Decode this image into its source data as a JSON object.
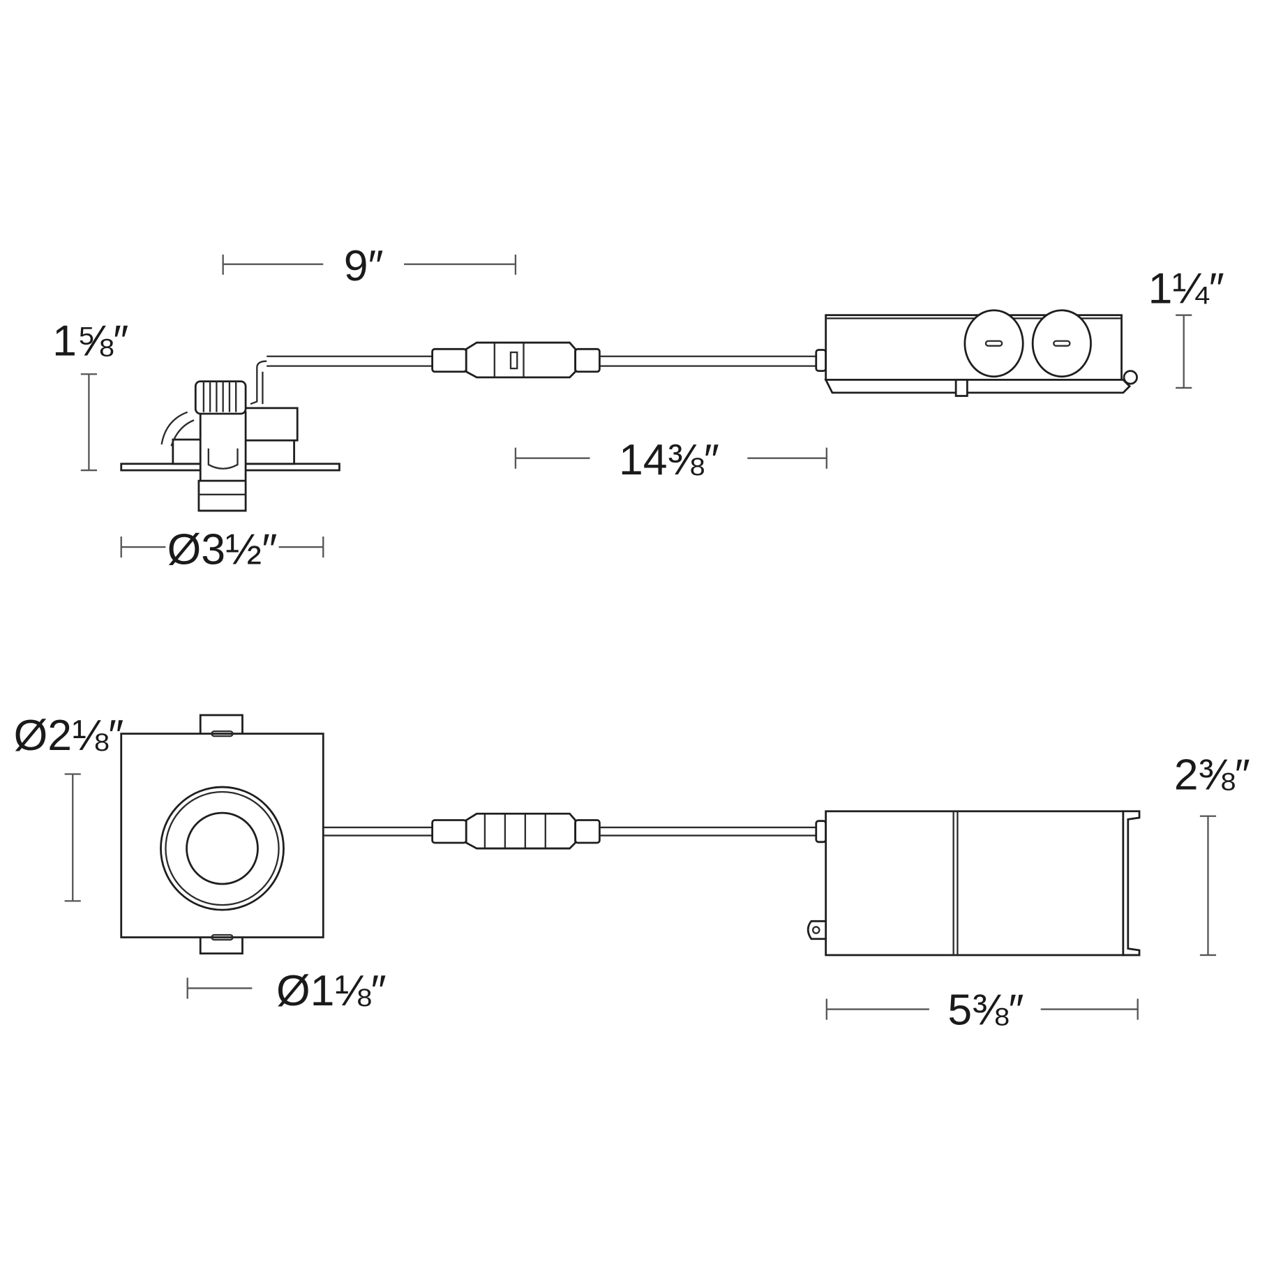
{
  "colors": {
    "line": "#1e1e1e",
    "dimension_line": "#555555",
    "background": "#ffffff"
  },
  "side_view": {
    "dimensions": {
      "cable_to_connector": "9″",
      "fixture_height": "1⅝″",
      "flange_diameter": "Ø3½″",
      "connector_to_driver": "14⅜″",
      "driver_height": "1¼″"
    }
  },
  "front_view": {
    "dimensions": {
      "trim_diameter": "Ø2⅛″",
      "aperture_diameter": "Ø1⅛″",
      "driver_depth": "2⅜″",
      "driver_length": "5⅜″"
    }
  }
}
